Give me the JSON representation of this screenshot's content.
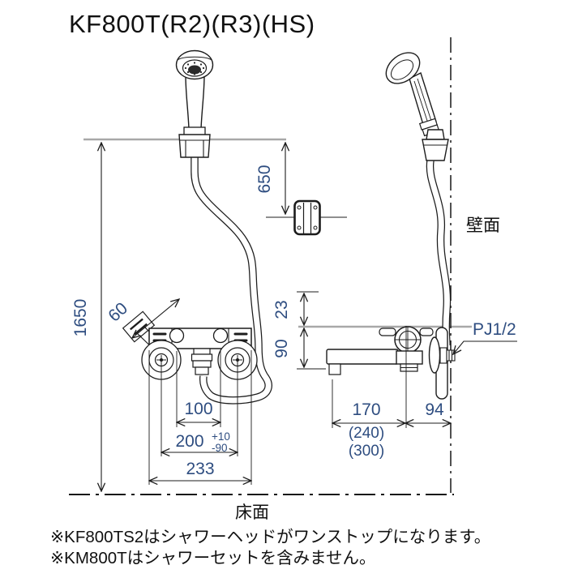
{
  "title": "KF800T(R2)(R3)(HS)",
  "front_view": {
    "dim_total_height": "1650",
    "dim_hook_height": "650",
    "dim_swivel_angle": "60",
    "dim_inlet_pitch": "100",
    "dim_leg_pitch": "200",
    "dim_leg_pitch_tol_upper": "+10",
    "dim_leg_pitch_tol_lower": "-90",
    "dim_body_width": "233"
  },
  "side_view": {
    "dim_top_offset": "23",
    "dim_spout_drop": "90",
    "dim_spout_reach": "170",
    "dim_spout_reach_alt_1": "(240)",
    "dim_spout_reach_alt_2": "(300)",
    "dim_wall_offset": "94",
    "label_wall": "壁面",
    "label_connection": "PJ1/2"
  },
  "floor_label": "床面",
  "notes": [
    "※KF800TS2はシャワーヘッドがワンストップになります。",
    "※KM800Tはシャワーセットを含みません。"
  ]
}
